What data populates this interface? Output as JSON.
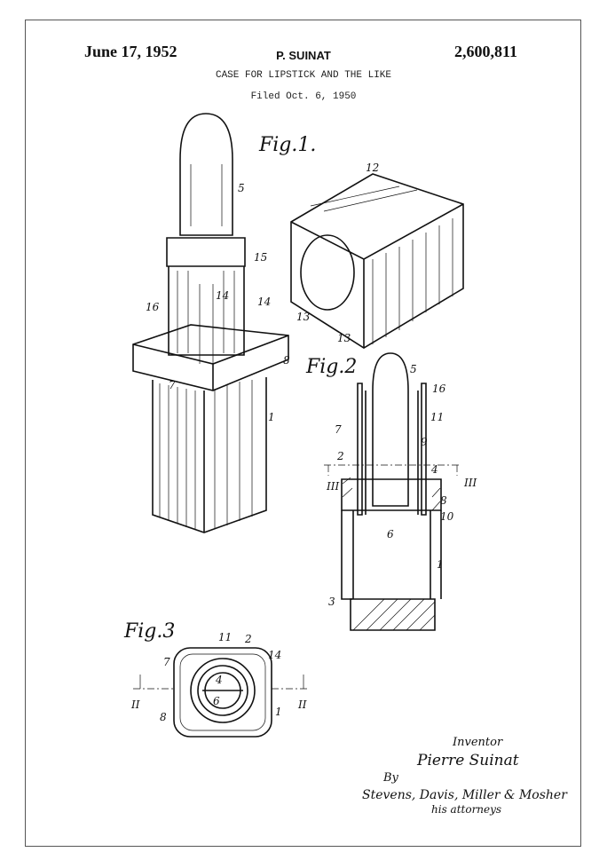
{
  "header": {
    "date": "June 17, 1952",
    "inventor_name": "P. SUINAT",
    "patent_number": "2,600,811",
    "title": "CASE FOR LIPSTICK AND THE LIKE",
    "filed": "Filed Oct. 6, 1950"
  },
  "figures": {
    "fig1": {
      "label": "Fig.1.",
      "refs": [
        "5",
        "15",
        "16",
        "14",
        "14",
        "7",
        "8",
        "1",
        "12",
        "13",
        "13"
      ]
    },
    "fig2": {
      "label": "Fig.2",
      "refs": [
        "5",
        "16",
        "11",
        "7",
        "9",
        "2",
        "4",
        "III",
        "III",
        "8",
        "10",
        "6",
        "1",
        "3"
      ]
    },
    "fig3": {
      "label": "Fig.3",
      "refs": [
        "11",
        "2",
        "14",
        "7",
        "4",
        "6",
        "II",
        "II",
        "8",
        "1"
      ]
    }
  },
  "signature": {
    "inventor_caption": "Inventor",
    "inventor": "Pierre Suinat",
    "by": "By",
    "attorneys": "Stevens, Davis, Miller & Mosher",
    "attorneys_caption": "his attorneys"
  }
}
